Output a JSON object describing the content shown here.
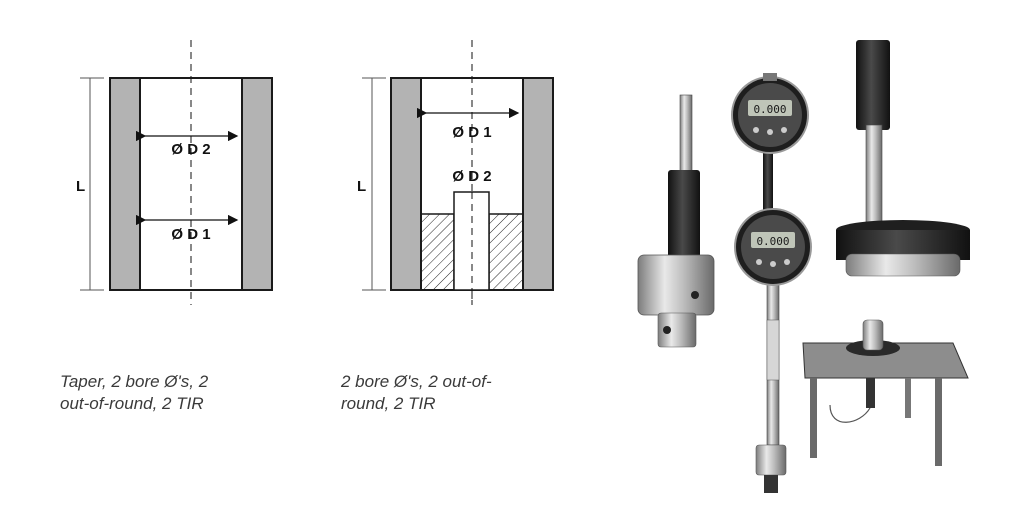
{
  "diagram_taper": {
    "length_label": "L",
    "upper_diameter_label": "Ø D 2",
    "lower_diameter_label": "Ø D 1",
    "caption_line1": "Taper, 2 bore Ø's, 2",
    "caption_line2": "out-of-round, 2 TIR"
  },
  "diagram_stepped": {
    "length_label": "L",
    "upper_diameter_label": "Ø D 1",
    "lower_diameter_label": "Ø D 2",
    "caption_line1": "2 bore Ø's, 2 out-of-",
    "caption_line2": "round, 2 TIR"
  },
  "colors": {
    "wall_fill": "#b3b3b3",
    "outline": "#1a1a1a",
    "caption": "#3a3a3a",
    "chrome": "#b8b8b8",
    "dark_metal": "#2a2a2a",
    "gauge_face": "#4a4a4a"
  },
  "photo": {
    "gauge_display_top": "0.000",
    "gauge_display_bottom": "0.000"
  }
}
